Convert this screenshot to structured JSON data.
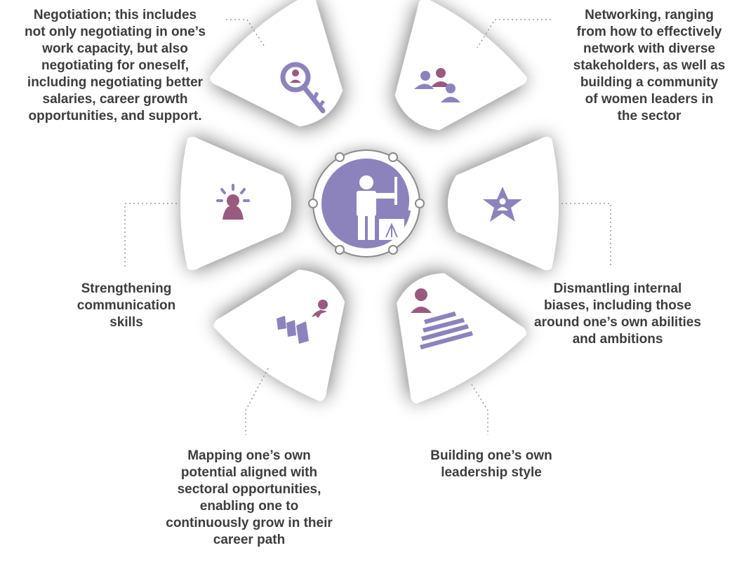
{
  "center": {
    "icon": "presenter-at-easel-icon"
  },
  "petals": [
    {
      "id": "negotiation",
      "icon": "key-with-person-icon",
      "label_lines": [
        "Negotiation; this includes",
        "not only negotiating in one’s",
        "work capacity, but also",
        "negotiating for oneself,",
        "including negotiating better",
        "salaries, career growth",
        "opportunities, and support."
      ]
    },
    {
      "id": "networking",
      "icon": "group-of-people-icon",
      "label_lines": [
        "Networking, ranging",
        "from how to effectively",
        "network with diverse",
        "stakeholders, as well as",
        "building a community",
        "of women leaders in",
        "the sector"
      ]
    },
    {
      "id": "communication",
      "icon": "person-with-idea-rays-icon",
      "label_lines": [
        "Strengthening",
        "communication",
        "skills"
      ]
    },
    {
      "id": "biases",
      "icon": "star-with-person-icon",
      "label_lines": [
        "Dismantling internal",
        "biases, including those",
        "around one’s own abilities",
        "and ambitions"
      ]
    },
    {
      "id": "mapping",
      "icon": "person-on-bar-chart-icon",
      "label_lines": [
        "Mapping one’s own",
        "potential aligned with",
        "sectoral opportunities,",
        "enabling one to",
        "continuously grow in their",
        "career path"
      ]
    },
    {
      "id": "leadership",
      "icon": "person-on-steps-icon",
      "label_lines": [
        "Building one’s own",
        "leadership style"
      ]
    }
  ],
  "colors": {
    "lavender": "#8c83bd",
    "mauve": "#9a5a80",
    "label_text": "#3d3d3d",
    "ring": "#8a8a8a"
  }
}
